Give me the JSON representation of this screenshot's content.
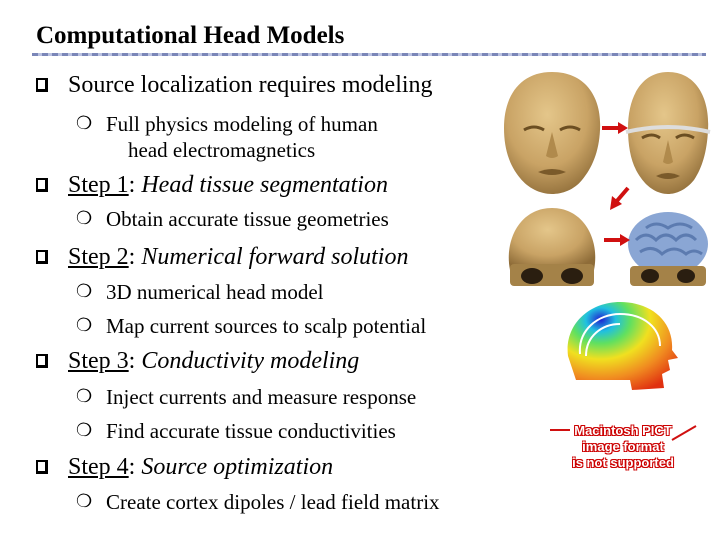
{
  "title": "Computational Head Models",
  "bullets": {
    "b1": "Source localization requires modeling",
    "b1_sub1_line1": "Full physics modeling of human",
    "b1_sub1_line2": "head electromagnetics",
    "b2_step": "Step 1",
    "b2_rest": "Head tissue segmentation",
    "b2_sub1": "Obtain accurate tissue geometries",
    "b3_step": "Step 2",
    "b3_rest": "Numerical forward solution",
    "b3_sub1": "3D numerical head model",
    "b3_sub2": "Map current sources to scalp potential",
    "b4_step": "Step 3",
    "b4_rest": "Conductivity modeling",
    "b4_sub1": "Inject currents and measure response",
    "b4_sub2": "Find accurate tissue conductivities",
    "b5_step": "Step 4",
    "b5_rest": "Source optimization",
    "b5_sub1": "Create cortex dipoles / lead field matrix"
  },
  "placeholder_image": {
    "line1": "Macintosh PICT",
    "line2": "image format",
    "line3": "is not supported"
  },
  "colors": {
    "skin": "#c9a365",
    "arrow": "#d01010",
    "brain": "#8aa6d4"
  }
}
